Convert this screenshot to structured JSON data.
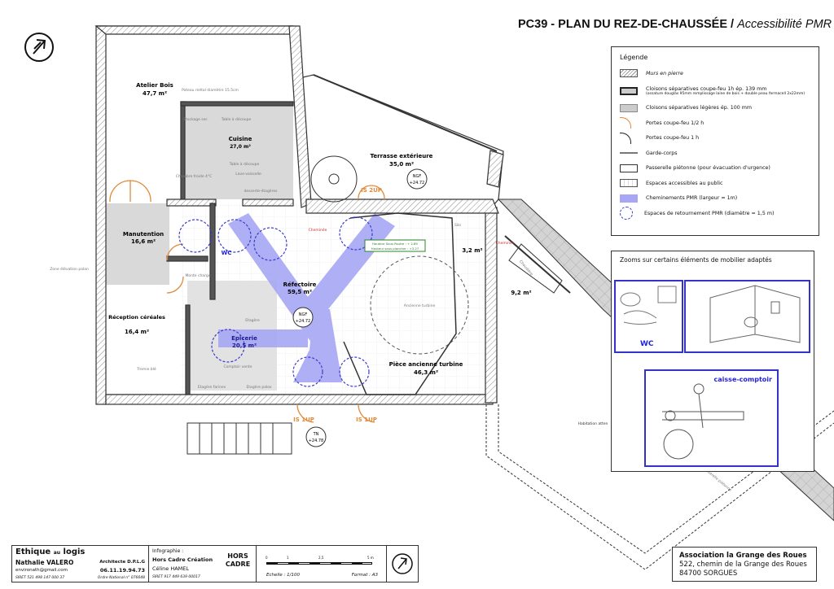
{
  "title": {
    "main": "PC39 - PLAN DU REZ-DE-CHAUSSÉE /",
    "sub": "Accessibilité PMR"
  },
  "colors": {
    "pmr": "#a7a7f5",
    "circle": "#3a3ad0",
    "fire_door": "#e08a3a",
    "dims": "#e04040",
    "wall": "#333333",
    "gray": "#d8d8d8"
  },
  "legend": {
    "title": "Légende",
    "items": [
      {
        "icon": "stone-wall-hatch",
        "label": "Murs en pierre"
      },
      {
        "icon": "firewall-1h",
        "label": "Cloisons séparatives coupe-feu 1h ép. 139 mm",
        "note": "(ossature douglas 95mm remplissage laine de bois + double peau fermacell 2x22mm)"
      },
      {
        "icon": "light-partition",
        "label": "Cloisons séparatives légères ép. 100 mm"
      },
      {
        "icon": "fire-door-half-hour",
        "label": "Portes coupe-feu 1/2 h"
      },
      {
        "icon": "fire-door-1h",
        "label": "Portes coupe-feu 1 h"
      },
      {
        "icon": "railing",
        "label": "Garde-corps"
      },
      {
        "icon": "footbridge",
        "label": "Passerelle piétonne (pour évacuation d'urgence)"
      },
      {
        "icon": "public-grid",
        "label": "Espaces accessibles au public"
      },
      {
        "icon": "pmr-path",
        "label": "Cheminements PMR (largeur = 1m)"
      },
      {
        "icon": "turning-circle",
        "label": "Espaces de retournement PMR (diamètre = 1,5 m)"
      }
    ]
  },
  "zooms": {
    "title": "Zooms sur certains éléments de mobilier adaptés",
    "wc": "WC",
    "counter": "caisse-comptoir"
  },
  "rooms": [
    {
      "name": "Atelier Bois",
      "area": "47,7 m²"
    },
    {
      "name": "Cuisine",
      "area": "27,0 m²"
    },
    {
      "name": "Manutention",
      "area": "16,6 m²"
    },
    {
      "name": "Réception céréales",
      "area": "16,4 m²"
    },
    {
      "name": "Réfectoire",
      "area": "59,5 m²"
    },
    {
      "name": "Epicerie",
      "area": "20,5 m²"
    },
    {
      "name": "Terrasse extérieure",
      "area": "35,0 m²"
    },
    {
      "name": "Pièce ancienne turbine",
      "area": "46,3 m²"
    },
    {
      "name": "",
      "area": "3,2 m²"
    },
    {
      "name": "",
      "area": "9,2 m²"
    }
  ],
  "plan_labels": {
    "wc": "WC",
    "monte_charge": "Monte charge",
    "stockage": "Stockage sec",
    "chambre_froide": "Chambre froide 4°C",
    "table1": "Table à découpe",
    "table2": "Table à découpe",
    "lave": "Lave-vaisselle",
    "desserte": "desserte-étagères",
    "etagere": "Etagère",
    "etagere_palox": "Etagère palox",
    "etagere_farines": "Etagère farines",
    "caisse": "Caisse",
    "comptoir": "Comptoir vente",
    "tremie": "Tremie blé",
    "turbine": "Ancienne turbine",
    "silo": "Silo",
    "chaudiere": "Chaudière",
    "cheminee": "Cheminée",
    "poteau": "Poteau métal diamètre 15.5cm",
    "zone": "Zone élévation palan",
    "hauteur": "Hauteur Sous Poutre : + 2.89",
    "hauteur2": "Hauteur sous plancher : +3.27",
    "habitation": "Habitation atten",
    "is2up": "IS 2UP",
    "is1up_a": "IS 1UP",
    "is1up_b": "IS 1UP",
    "ngf1": "NGF",
    "ngf1_val": "+24.72",
    "ngf2": "NGF",
    "ngf2_val": "+24.72",
    "tn": "TN",
    "tn_val": "+24.78",
    "passerelle": "Passerelle piétonne"
  },
  "title_block": {
    "firm": "Ethique",
    "firm_small": "au",
    "firm2": "logis",
    "architect": "Nathalie  VALERO",
    "role": "Architecte D.P.L.G",
    "email": "environath@gmail.com",
    "phone": "06.11.19.94.73",
    "siret": "SIRET  521 498 147 000 37",
    "ordre": "Ordre National  n° 076648",
    "infographie": "Infographie :",
    "studio": "Hors Cadre Création",
    "designer": "Céline HAMEL",
    "siret2": "SIRET 917 449 639 00017",
    "logo": "HORS CADRE",
    "scale_ticks": [
      "0",
      "1",
      "2,5",
      "5 m"
    ],
    "scale": "Echelle : 1/100",
    "format": "Format : A3"
  },
  "address": {
    "name": "Association la Grange des Roues",
    "street": "522, chemin de la Grange des Roues",
    "city": "84700 SORGUES"
  }
}
